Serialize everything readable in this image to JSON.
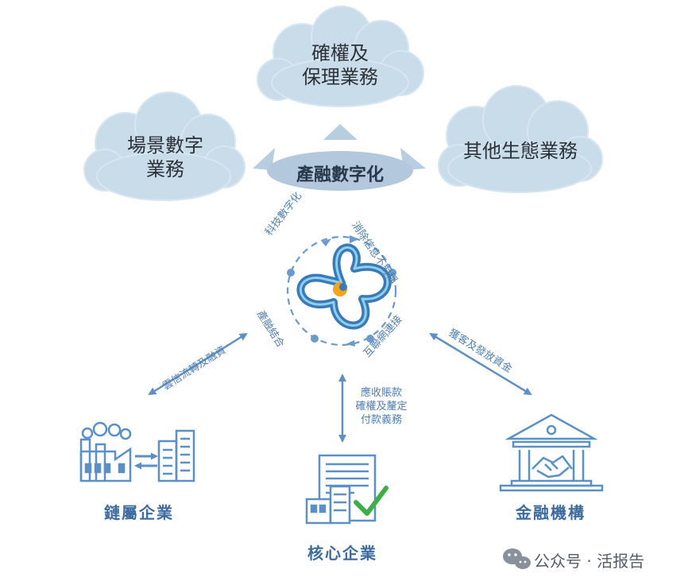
{
  "hub": {
    "label": "產融數字化"
  },
  "clouds": {
    "top": "確權及\n保理業務",
    "left": "場景數字\n業務",
    "right": "其他生態業務"
  },
  "ring": {
    "top_left": "科技數字化",
    "top_right": "消除信息不對稱",
    "bottom_left": "產融結合",
    "bottom_right": "互聯網連接"
  },
  "arrows": {
    "left": "雲信流轉及融資",
    "right": "獲客及發放資金",
    "center": "應收賬款\n確權及釐定\n付款義務"
  },
  "entities": {
    "left": "鏈屬企業",
    "center": "核心企業",
    "right": "金融機構"
  },
  "watermark": {
    "text": "公众号 · 活报告"
  },
  "colors": {
    "cloud": "#c9dcea",
    "hub": "#b3c8dc",
    "line_blue": "#6a9acb",
    "icon_blue": "#5b8fc7",
    "label_blue": "#3d6b9e",
    "check_green": "#3fae49",
    "logo_orange": "#f4a41d"
  }
}
